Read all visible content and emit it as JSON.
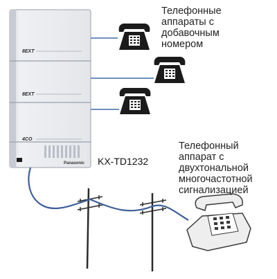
{
  "labels": {
    "extension_phones": "Телефонные\nаппараты с\nдобавочным\nномером",
    "model": "KX-TD1232",
    "dtmf_phone": "Телефонный\nаппарат с\nдвухтональной\nмногочастотной\nсигнализацией"
  },
  "pbx": {
    "module_label_1": "8EXT",
    "module_label_2": "8EXT",
    "module_label_3": "4CO",
    "brand": "Panasonic"
  },
  "colors": {
    "connection_line": "#6f8fbd",
    "cable": "#3f5f9a",
    "phone_body": "#1b1b1b"
  }
}
